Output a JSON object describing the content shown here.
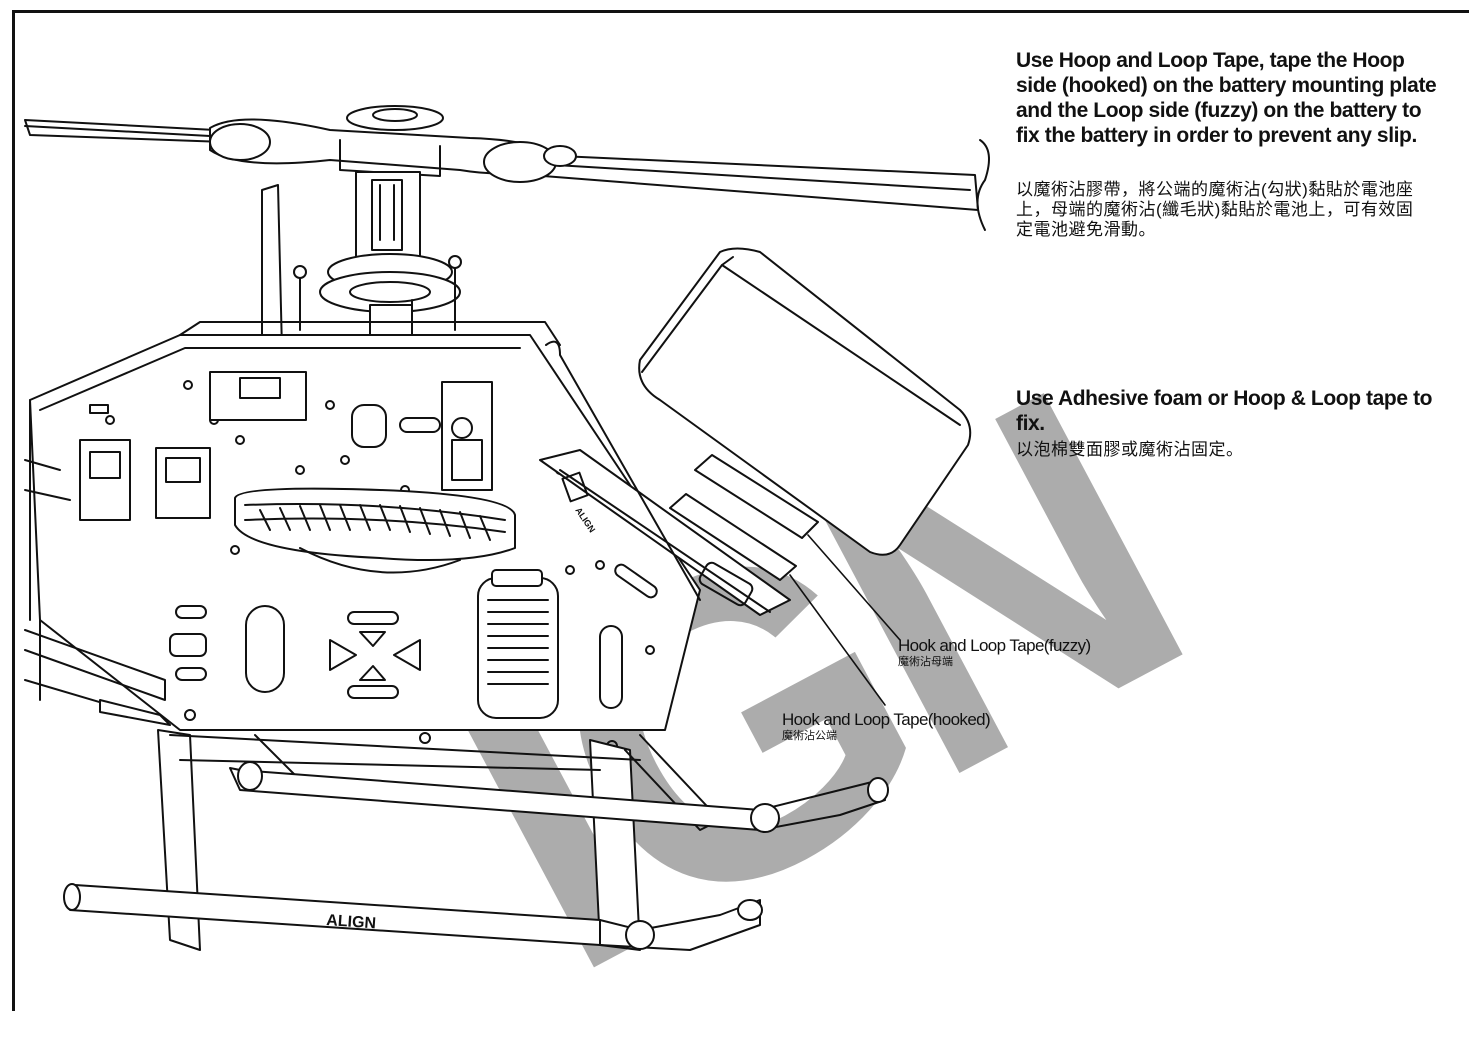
{
  "notes": {
    "battery_fix_en": "Use Hoop and Loop Tape, tape the Hoop side (hooked) on the battery mounting plate and the Loop side (fuzzy) on the battery to fix the battery in order to prevent any slip.",
    "battery_fix_zh": "以魔術沾膠帶，將公端的魔術沾(勾狀)黏貼於電池座上，母端的魔術沾(纖毛狀)黏貼於電池上，可有效固定電池避免滑動。",
    "adhesive_en": "Use Adhesive foam or Hoop & Loop tape to fix.",
    "adhesive_zh": "以泡棉雙面膠或魔術沾固定。"
  },
  "labels": {
    "fuzzy_en": "Hook and Loop Tape(fuzzy)",
    "fuzzy_zh": "魔術沾母端",
    "hooked_en": "Hook and Loop Tape(hooked)",
    "hooked_zh": "魔術沾公端"
  },
  "brand": {
    "watermark": "IGN",
    "boom_logo": "ALIGN",
    "frame_logo": "ALIGN"
  },
  "colors": {
    "line": "#111111",
    "watermark": "#a8a8a8",
    "background": "#ffffff"
  }
}
